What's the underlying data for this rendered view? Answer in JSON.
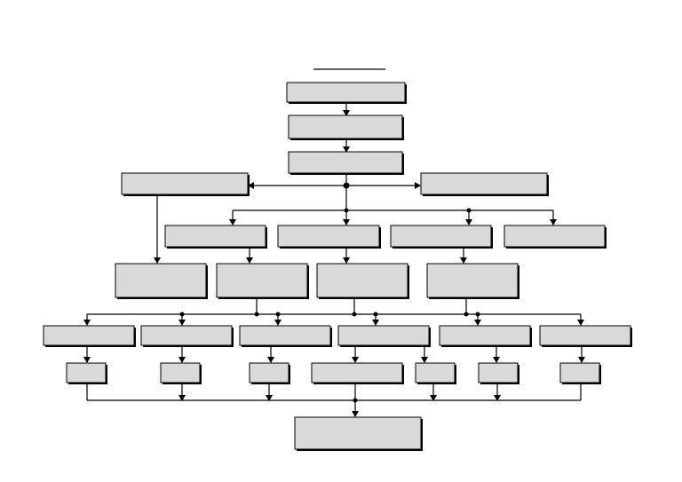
{
  "diagram": {
    "box_fill": "#d9d9d9",
    "border_color": "#000000",
    "title_rule": "",
    "nodes": [
      {
        "id": "n1",
        "label": ""
      },
      {
        "id": "n2",
        "label": ""
      },
      {
        "id": "n3",
        "label": ""
      },
      {
        "id": "left-branch",
        "label": ""
      },
      {
        "id": "right-branch",
        "label": ""
      },
      {
        "id": "r2-a",
        "label": ""
      },
      {
        "id": "r2-b",
        "label": ""
      },
      {
        "id": "r2-c",
        "label": ""
      },
      {
        "id": "r2-d",
        "label": ""
      },
      {
        "id": "r3-a",
        "label": ""
      },
      {
        "id": "r3-b",
        "label": ""
      },
      {
        "id": "r3-c",
        "label": ""
      },
      {
        "id": "r3-d",
        "label": ""
      },
      {
        "id": "r4-a",
        "label": ""
      },
      {
        "id": "r4-b",
        "label": ""
      },
      {
        "id": "r4-c",
        "label": ""
      },
      {
        "id": "r4-d",
        "label": ""
      },
      {
        "id": "r4-e",
        "label": ""
      },
      {
        "id": "r4-f",
        "label": ""
      },
      {
        "id": "r5-a",
        "label": ""
      },
      {
        "id": "r5-b",
        "label": ""
      },
      {
        "id": "r5-c",
        "label": ""
      },
      {
        "id": "r5-d",
        "label": ""
      },
      {
        "id": "r5-e",
        "label": ""
      },
      {
        "id": "r5-f",
        "label": ""
      },
      {
        "id": "r5-g",
        "label": ""
      },
      {
        "id": "final",
        "label": ""
      }
    ]
  }
}
